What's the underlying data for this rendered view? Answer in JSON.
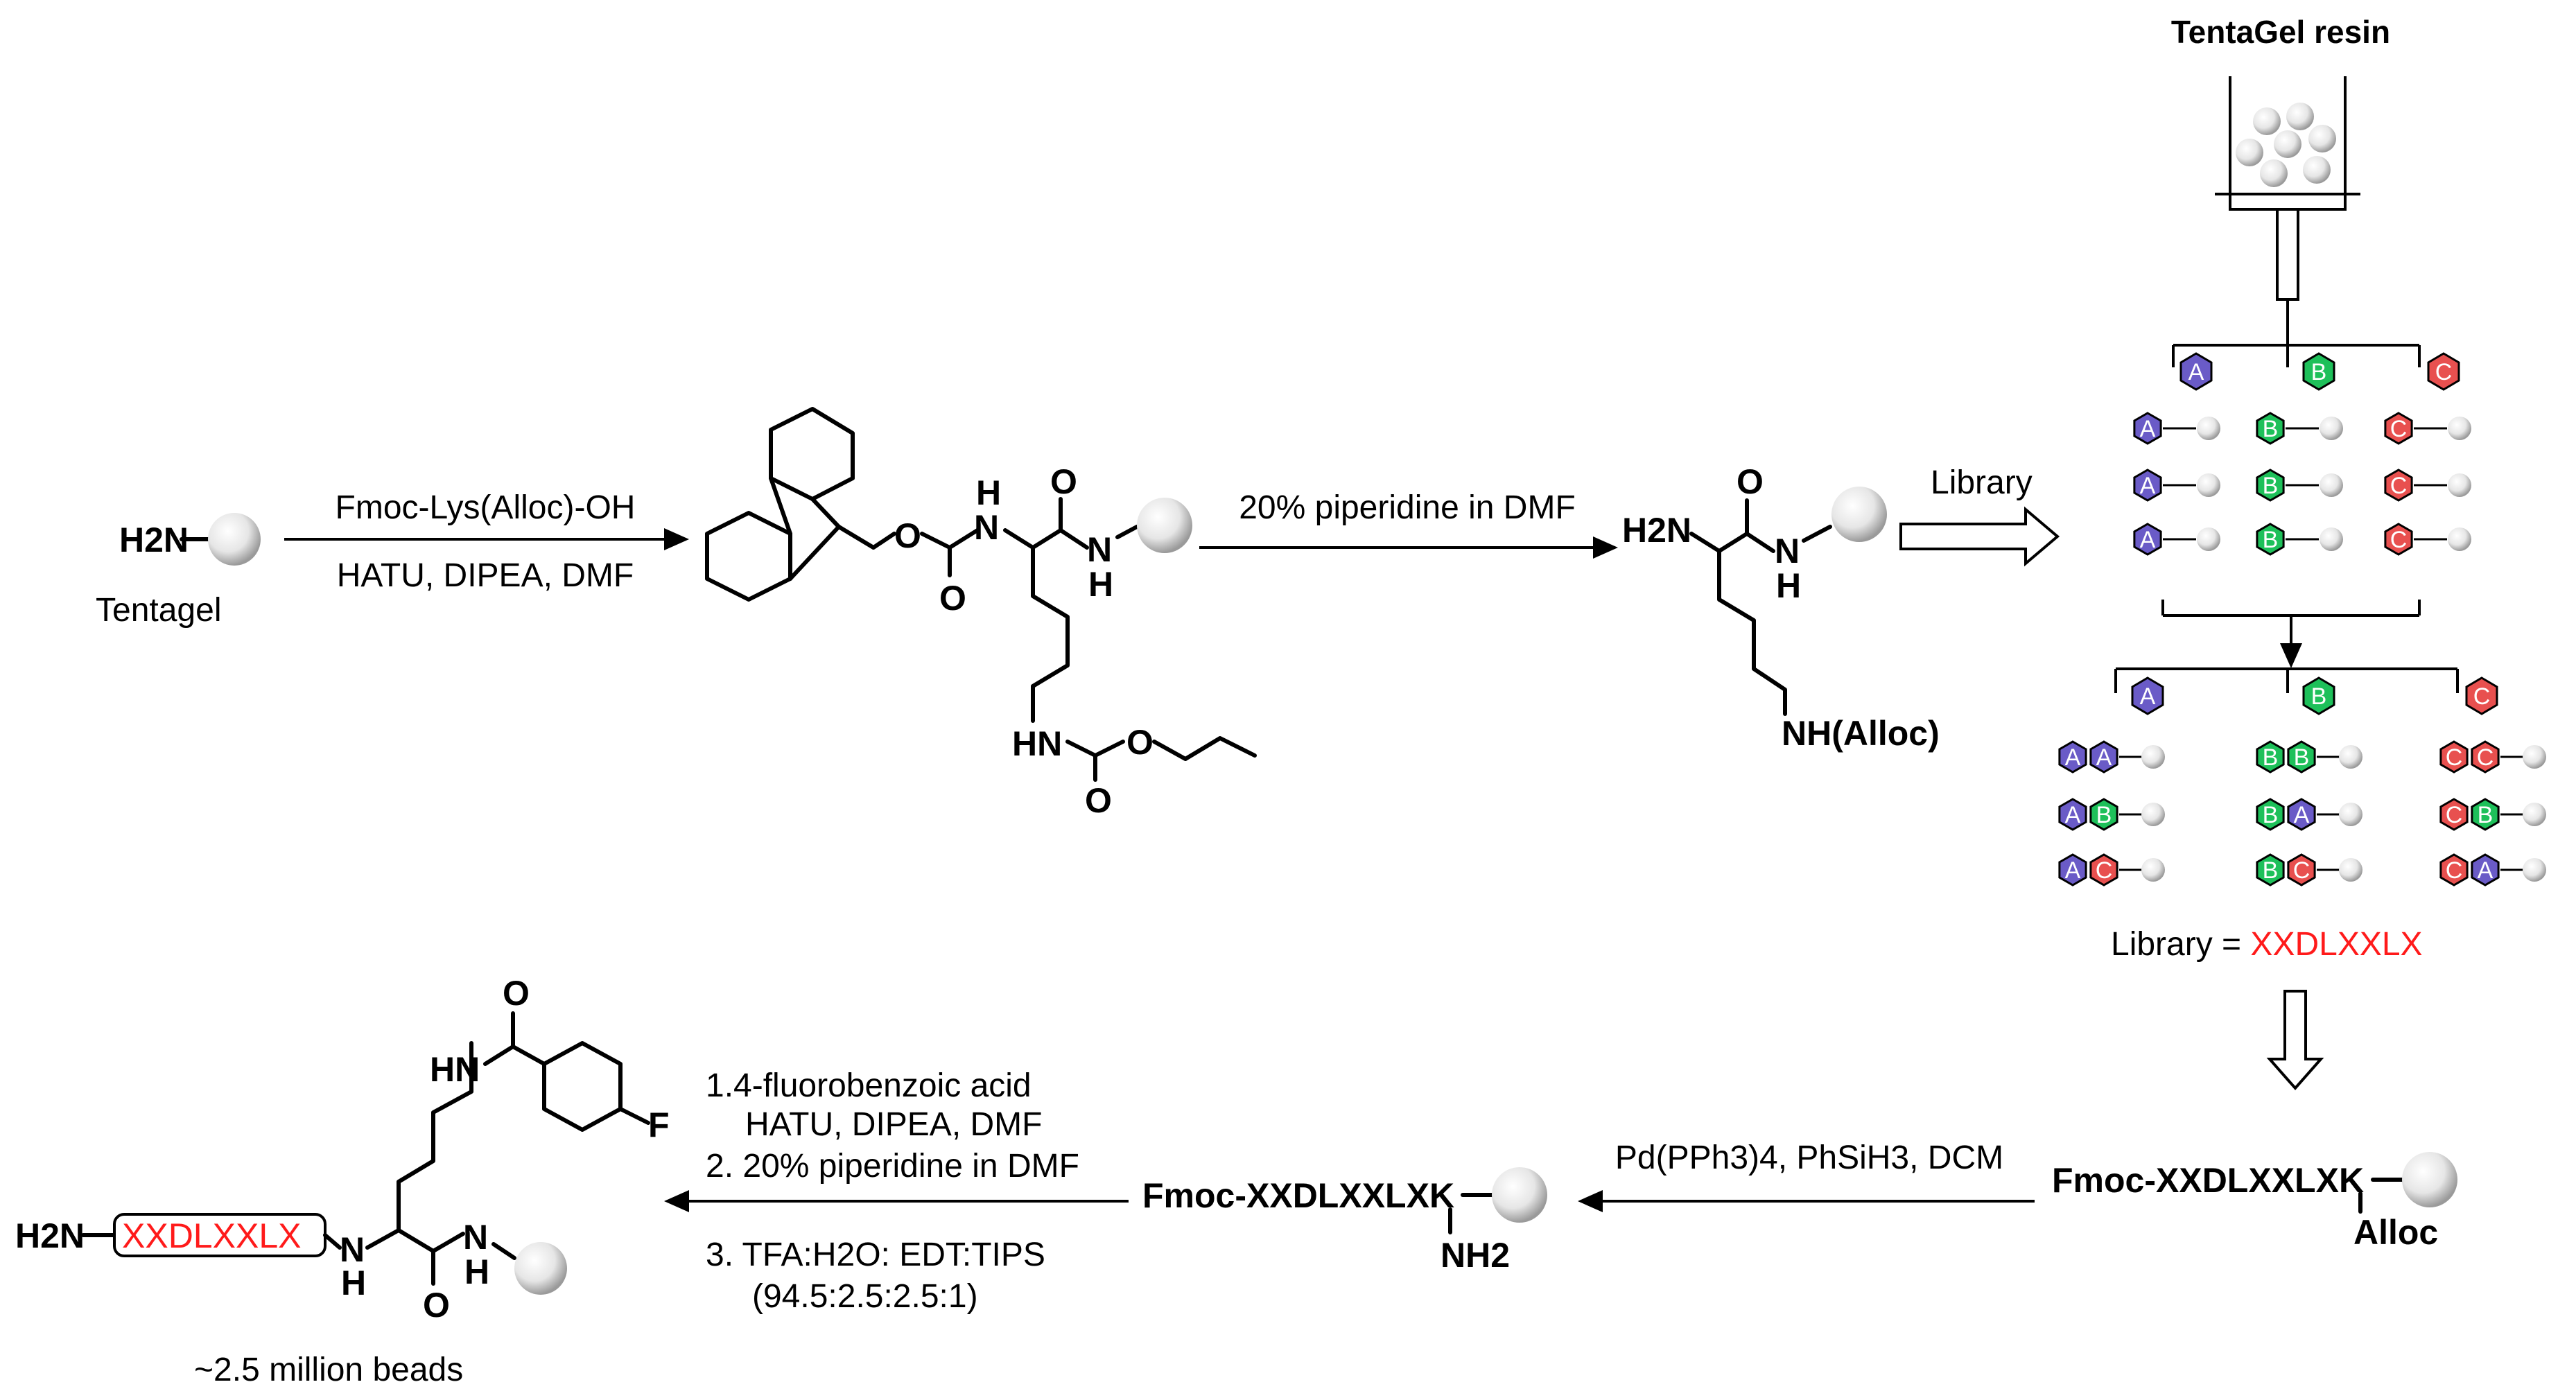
{
  "header": {
    "resin_title": "TentaGel resin"
  },
  "colors": {
    "A": "#6a5bc7",
    "B": "#1ec05a",
    "C": "#e8504f",
    "highlight": "#ff1a1a"
  },
  "step1": {
    "start_amine": "H2N",
    "start_label": "Tentagel",
    "reagent_top": "Fmoc-Lys(Alloc)-OH",
    "reagent_bottom": "HATU, DIPEA, DMF"
  },
  "step2": {
    "reagent": "20% piperidine in DMF"
  },
  "intermediate2": {
    "amine": "H2N",
    "side_chain": "NH(Alloc)"
  },
  "library_arrow_label": "Library",
  "split_pool": {
    "round1": {
      "split": [
        "A",
        "B",
        "C"
      ]
    },
    "round2": {
      "split": [
        "A",
        "B",
        "C"
      ]
    }
  },
  "library_caption": {
    "prefix": "Library = ",
    "sequence": "XXDLXXLX"
  },
  "step_deprotect": {
    "reagent": "Pd(PPh3)4, PhSiH3, DCM"
  },
  "compound_alloc": {
    "name": "Fmoc-XXDLXXLXK",
    "group": "Alloc"
  },
  "compound_nh2": {
    "name": "Fmoc-XXDLXXLXK",
    "group": "NH2"
  },
  "final_steps": {
    "line1": "1.4-fluorobenzoic acid",
    "line2": "HATU, DIPEA, DMF",
    "line3": "2. 20% piperidine in DMF",
    "line4": "3. TFA:H2O: EDT:TIPS",
    "line5": "(94.5:2.5:2.5:1)"
  },
  "final_product": {
    "amine": "H2N",
    "sequence": "XXDLXXLX",
    "fluoro": "F",
    "caption": "~2.5 million beads"
  },
  "icons": [
    "resin-bead-icon",
    "syringe-filter-icon",
    "hexagon-building-block-icon",
    "arrow-icon",
    "open-arrow-icon"
  ]
}
